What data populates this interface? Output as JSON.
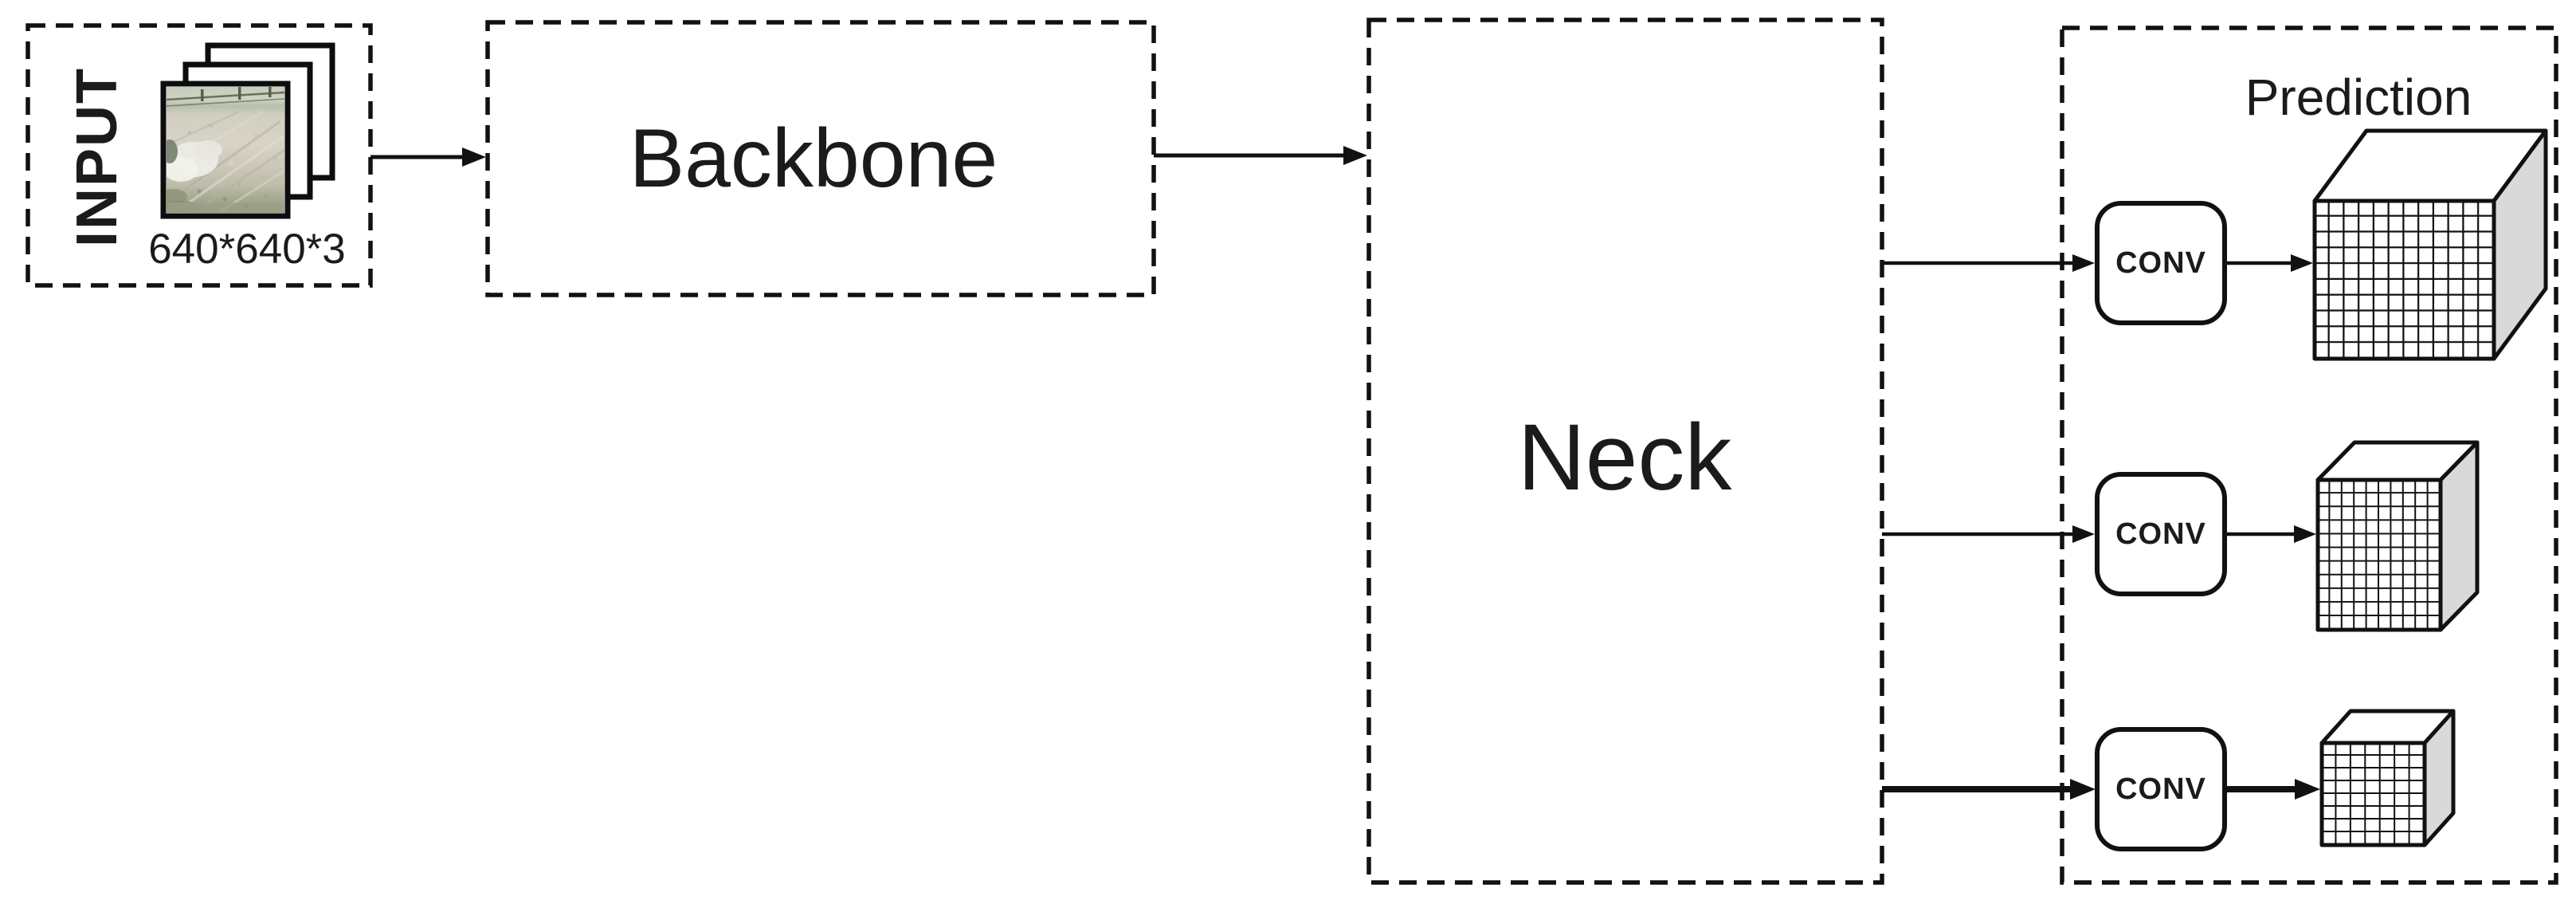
{
  "figure": {
    "background_color": "#ffffff",
    "ink_color": "#1b1b1b",
    "input": {
      "label": "INPUT",
      "image_caption": "640*640*3",
      "image_stack_icon": "stacked-field-photo-frames",
      "stack_count": 3
    },
    "backbone": {
      "label": "Backbone"
    },
    "neck": {
      "label": "Neck"
    },
    "prediction": {
      "title": "Prediction",
      "rows": [
        {
          "conv_label": "CONV",
          "feature_map_icon": "large-grid-cube",
          "grid": "12x10"
        },
        {
          "conv_label": "CONV",
          "feature_map_icon": "medium-grid-cube",
          "grid": "10x11"
        },
        {
          "conv_label": "CONV",
          "feature_map_icon": "small-grid-cube",
          "grid": "7x8"
        }
      ],
      "cube_top_color": "#ffffff",
      "cube_side_color": "#d9d9d9"
    }
  }
}
